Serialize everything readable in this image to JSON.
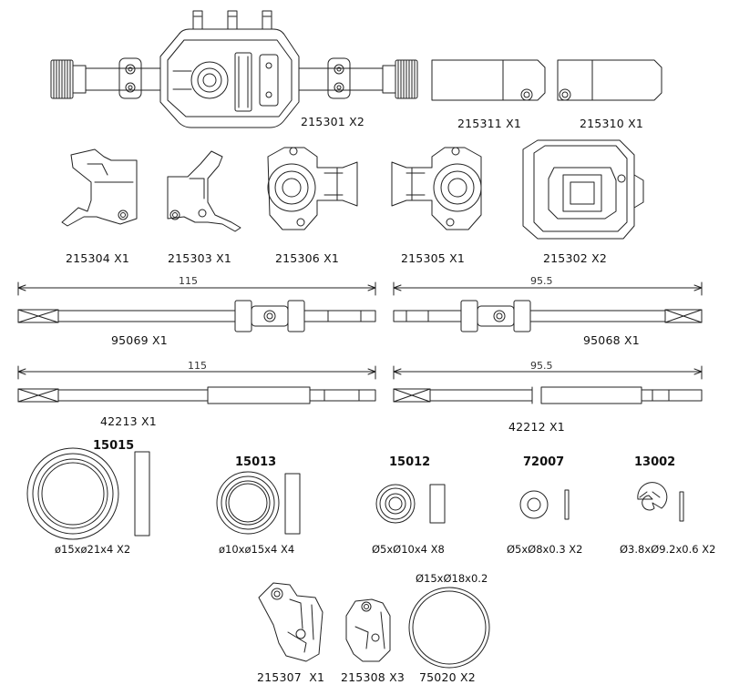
{
  "parts": {
    "axle_housing": {
      "code": "215301",
      "qty": "X2"
    },
    "tube_long": {
      "code": "215311",
      "qty": "X1"
    },
    "tube_short": {
      "code": "215310",
      "qty": "X1"
    },
    "c_hub_left": {
      "code": "215304",
      "qty": "X1"
    },
    "c_hub_right": {
      "code": "215303",
      "qty": "X1"
    },
    "knuckle_left": {
      "code": "215306",
      "qty": "X1"
    },
    "knuckle_right": {
      "code": "215305",
      "qty": "X1"
    },
    "diff_cover": {
      "code": "215302",
      "qty": "X2"
    },
    "cvd_long": {
      "code": "95069",
      "qty": "X1",
      "length": "115"
    },
    "cvd_short": {
      "code": "95068",
      "qty": "X1",
      "length": "95.5"
    },
    "shaft_long": {
      "code": "42213",
      "qty": "X1",
      "length": "115"
    },
    "shaft_short": {
      "code": "42212",
      "qty": "X1",
      "length": "95.5"
    },
    "link_mount_a": {
      "code": "215307",
      "qty": "X1"
    },
    "link_mount_b": {
      "code": "215308",
      "qty": "X3"
    },
    "o_ring": {
      "code": "75020",
      "qty": "X2",
      "size": "Ø15xØ18x0.2"
    }
  },
  "bearings": [
    {
      "code": "15015",
      "size": "ø15xø21x4",
      "qty": "X2"
    },
    {
      "code": "15013",
      "size": "ø10xø15x4",
      "qty": "X4"
    },
    {
      "code": "15012",
      "size": "Ø5xØ10x4",
      "qty": "X8"
    },
    {
      "code": "72007",
      "size": "Ø5xØ8x0.3",
      "qty": "X2"
    },
    {
      "code": "13002",
      "size": "Ø3.8xØ9.2x0.6",
      "qty": "X2"
    }
  ]
}
